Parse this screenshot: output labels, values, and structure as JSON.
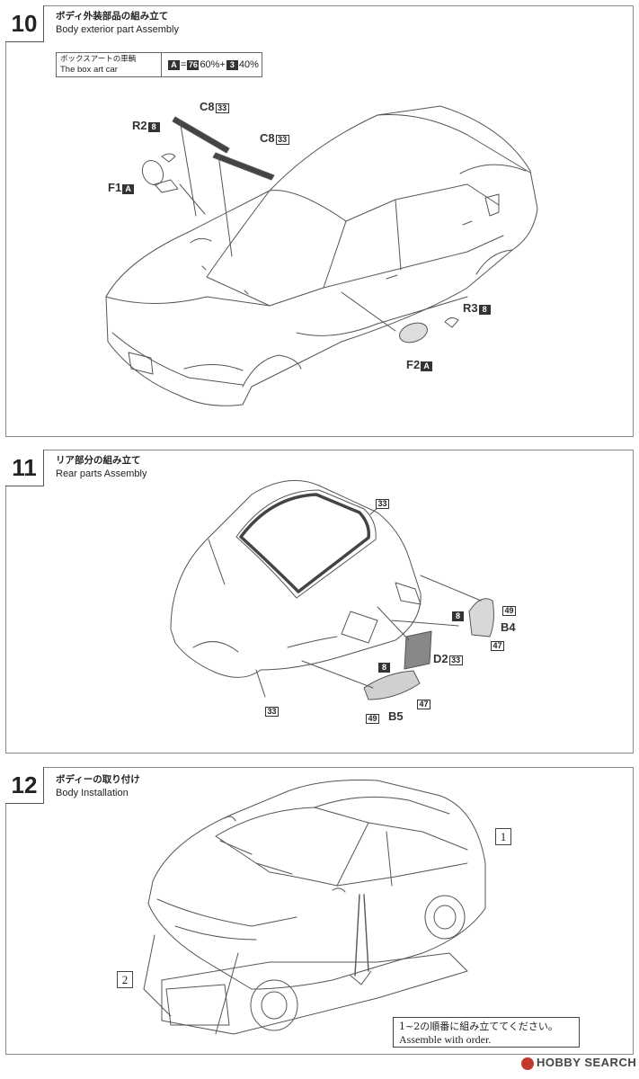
{
  "steps": [
    {
      "number": "10",
      "title_jp": "ボディ外装部品の組み立て",
      "title_en": "Body exterior part Assembly"
    },
    {
      "number": "11",
      "title_jp": "リア部分の組み立て",
      "title_en": "Rear parts Assembly"
    },
    {
      "number": "12",
      "title_jp": "ボディーの取り付け",
      "title_en": "Body Installation"
    }
  ],
  "colorbox": {
    "label_jp": "ボックスアートの車輌",
    "label_en": "The box art car",
    "a": "A",
    "eq": "=",
    "c1": "76",
    "p1": "60%+",
    "c2": "3",
    "p2": "40%"
  },
  "parts10": {
    "c8a": "C8",
    "c8a_n": "33",
    "c8b": "C8",
    "c8b_n": "33",
    "r2": "R2",
    "r2_n": "8",
    "f1": "F1",
    "f1_n": "A",
    "r3": "R3",
    "r3_n": "8",
    "f2": "F2",
    "f2_n": "A"
  },
  "parts11": {
    "n33a": "33",
    "n8a": "8",
    "n49a": "49",
    "b4": "B4",
    "n47a": "47",
    "d2": "D2",
    "d2_n": "33",
    "n8b": "8",
    "n47b": "47",
    "n33b": "33",
    "n49b": "49",
    "b5": "B5"
  },
  "parts12": {
    "call1": "1",
    "call2": "2"
  },
  "note": {
    "jp": "1~2の順番に組み立ててください。",
    "en": "Assemble with order."
  },
  "brand": "HOBBY SEARCH"
}
